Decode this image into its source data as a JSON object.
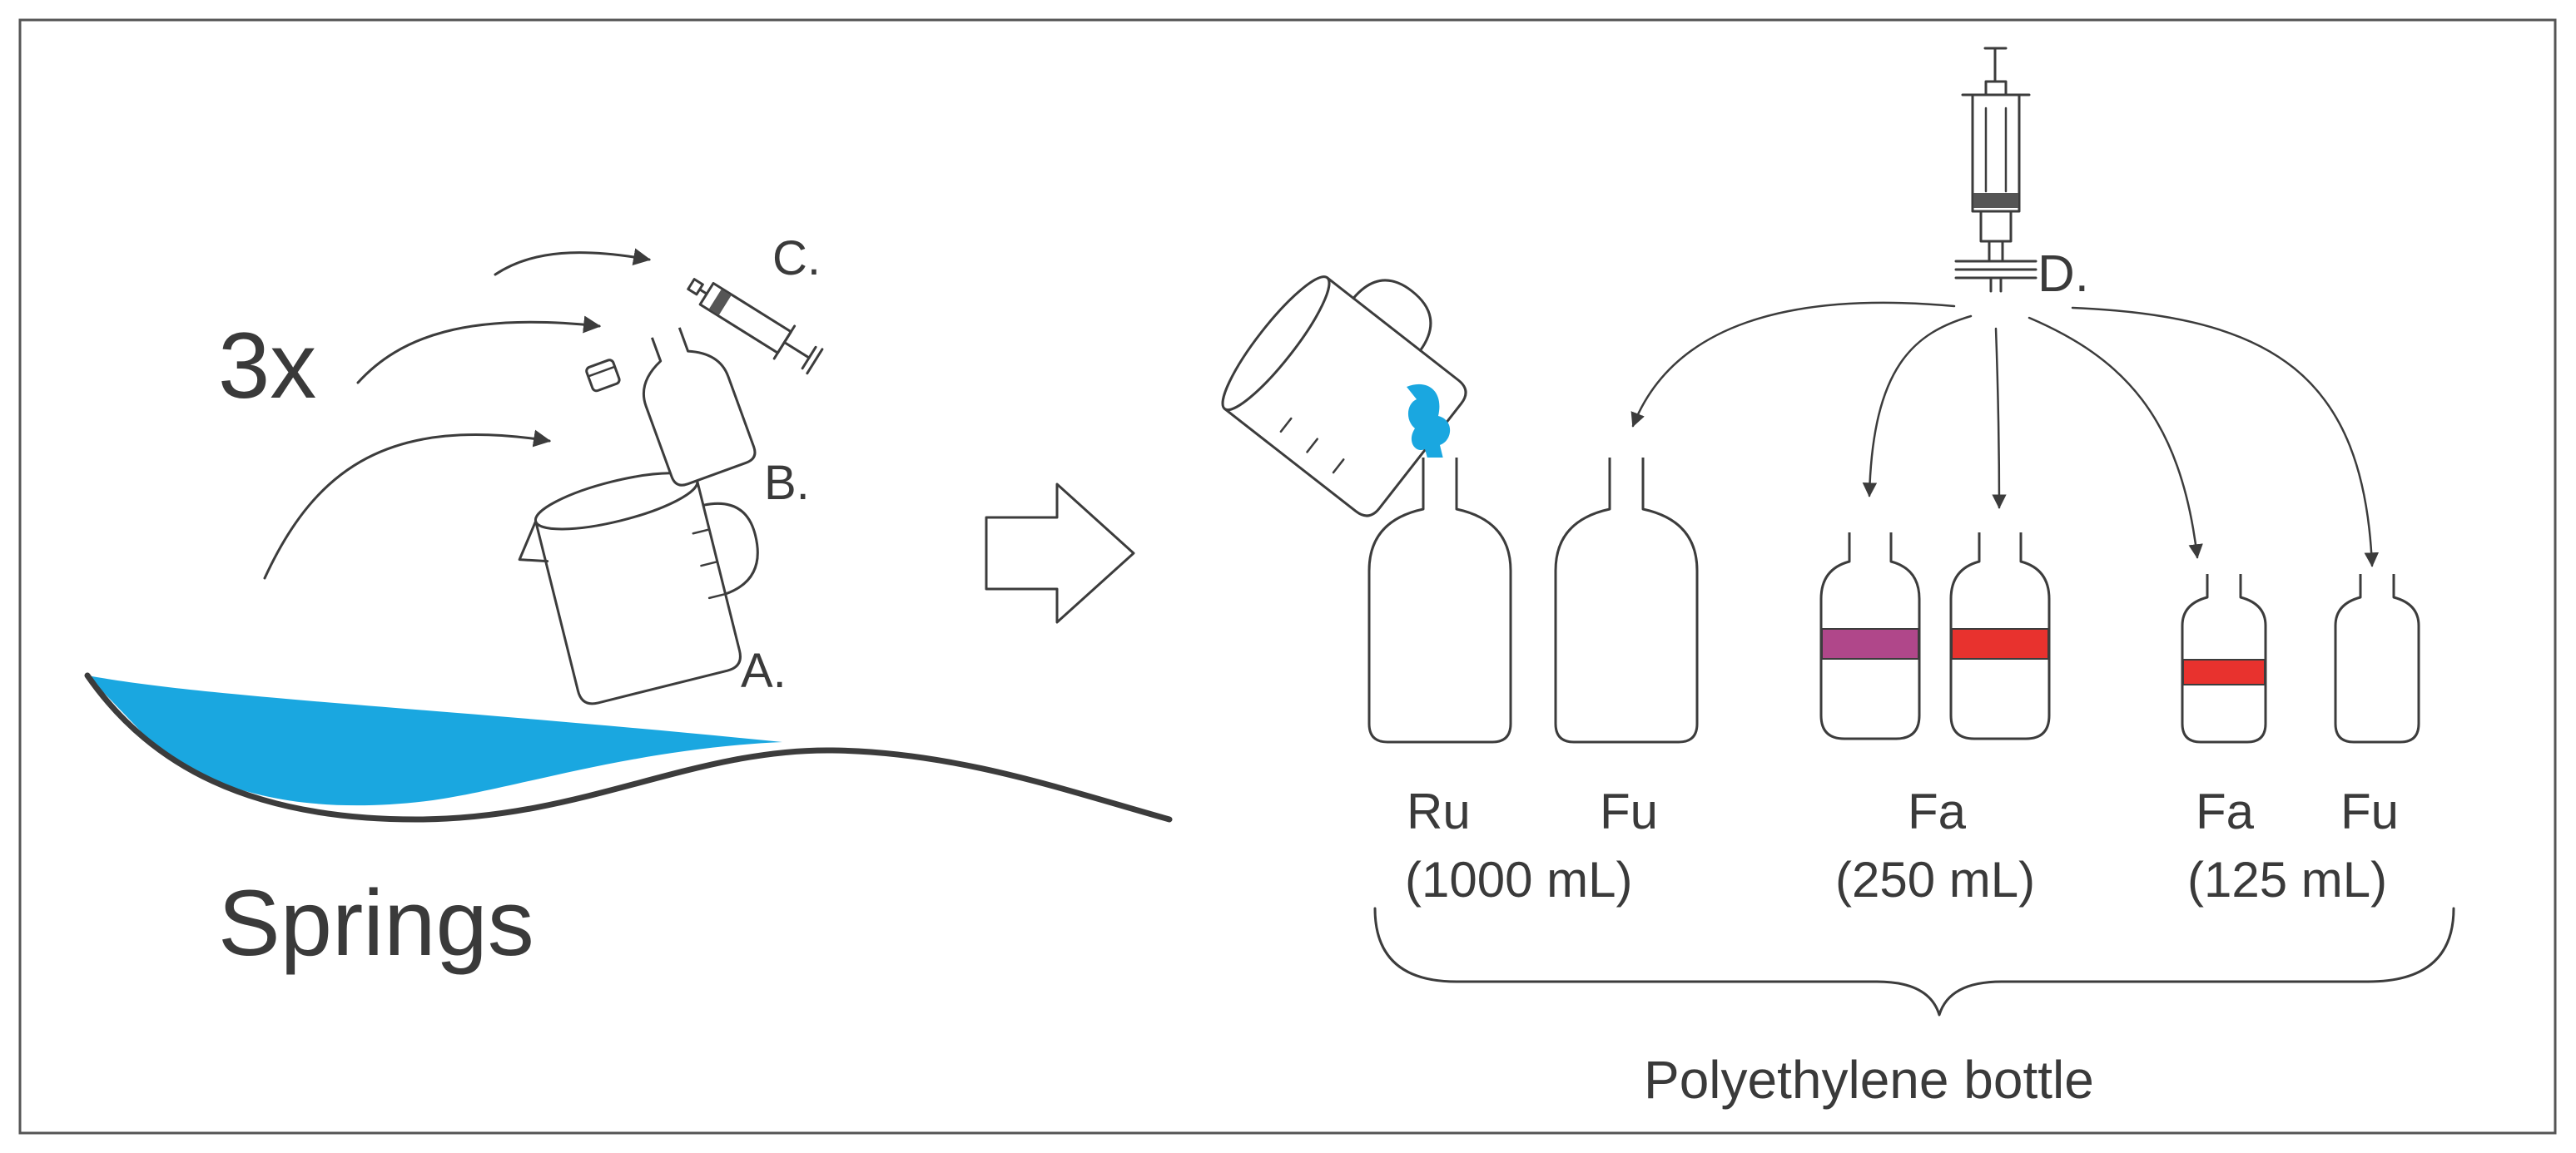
{
  "left_panel": {
    "repeat_label": "3x",
    "site_label": "Springs",
    "steps": [
      "C.",
      "B.",
      "A."
    ]
  },
  "right_panel": {
    "filter_step": "D.",
    "bottles": [
      {
        "code": "Ru",
        "band": null
      },
      {
        "code": "Fu",
        "band": null
      },
      {
        "code": "Fa",
        "band": "#b0478a"
      },
      {
        "code": "Fa",
        "band": "#e8322e"
      },
      {
        "code": "Fa",
        "band": "#e8322e"
      },
      {
        "code": "Fu",
        "band": null
      }
    ],
    "volumes": [
      "(1000 mL)",
      "(250 mL)",
      "(125 mL)"
    ],
    "container_label": "Polyethylene bottle"
  },
  "colors": {
    "water": "#1aa7e0",
    "ink": "#3c3c3c",
    "band_purple": "#b0478a",
    "band_red": "#e8322e"
  }
}
